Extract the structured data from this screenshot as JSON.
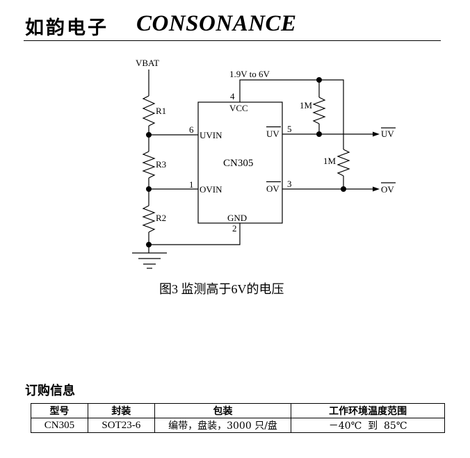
{
  "header": {
    "brand_cn": "如韵电子",
    "brand_en": "CONSONANCE"
  },
  "schematic": {
    "supply_label": "VBAT",
    "vcc_range_label": "1.9V to 6V",
    "resistors": {
      "r1": "R1",
      "r3": "R3",
      "r2": "R2",
      "pullup_uv": "1M",
      "pullup_ov": "1M"
    },
    "ic": {
      "part_name": "CN305",
      "pins": {
        "vcc": {
          "name": "VCC",
          "number": "4"
        },
        "uvin": {
          "name": "UVIN",
          "number": "6"
        },
        "ovin": {
          "name": "OVIN",
          "number": "1"
        },
        "gnd": {
          "name": "GND",
          "number": "2"
        },
        "uv": {
          "name": "UV",
          "number": "5",
          "active_low": true
        },
        "ov": {
          "name": "OV",
          "number": "3",
          "active_low": true
        }
      }
    },
    "outputs": {
      "uv": "UV",
      "ov": "OV"
    }
  },
  "caption": "图3   监测高于6V的电压",
  "ordering": {
    "title": "订购信息",
    "columns": [
      "型号",
      "封装",
      "包装",
      "工作环境温度范围"
    ],
    "rows": [
      [
        "CN305",
        "SOT23-6",
        "编带，盘装，3000 只/盘",
        "－40℃  到  85℃"
      ]
    ]
  }
}
